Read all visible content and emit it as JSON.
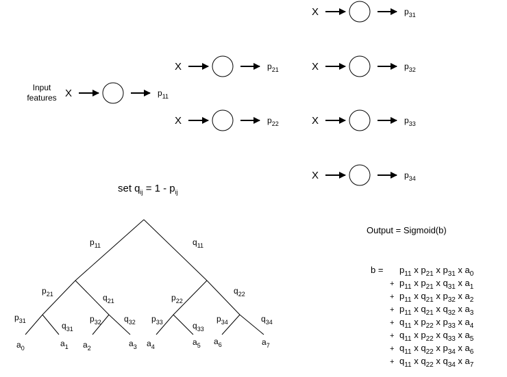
{
  "input_label_line1": "Input",
  "input_label_line2": "features",
  "nodes": [
    {
      "input": "X",
      "output": "p",
      "sub": "11"
    },
    {
      "input": "X",
      "output": "p",
      "sub": "21"
    },
    {
      "input": "X",
      "output": "p",
      "sub": "22"
    },
    {
      "input": "X",
      "output": "p",
      "sub": "31"
    },
    {
      "input": "X",
      "output": "p",
      "sub": "32"
    },
    {
      "input": "X",
      "output": "p",
      "sub": "33"
    },
    {
      "input": "X",
      "output": "p",
      "sub": "34"
    }
  ],
  "set_q": {
    "prefix": "set q",
    "sub1": "ij",
    "mid": " = 1 - p",
    "sub2": "ij"
  },
  "output_eq": "Output = Sigmoid(b)",
  "b_label": "b =",
  "b_terms": [
    {
      "op": "",
      "f": [
        [
          "p",
          "11"
        ],
        [
          "p",
          "21"
        ],
        [
          "p",
          "31"
        ],
        [
          "a",
          "0"
        ]
      ]
    },
    {
      "op": "+",
      "f": [
        [
          "p",
          "11"
        ],
        [
          "p",
          "21"
        ],
        [
          "q",
          "31"
        ],
        [
          "a",
          "1"
        ]
      ]
    },
    {
      "op": "+",
      "f": [
        [
          "p",
          "11"
        ],
        [
          "q",
          "21"
        ],
        [
          "p",
          "32"
        ],
        [
          "a",
          "2"
        ]
      ]
    },
    {
      "op": "+",
      "f": [
        [
          "p",
          "11"
        ],
        [
          "q",
          "21"
        ],
        [
          "q",
          "32"
        ],
        [
          "a",
          "3"
        ]
      ]
    },
    {
      "op": "+",
      "f": [
        [
          "q",
          "11"
        ],
        [
          "p",
          "22"
        ],
        [
          "p",
          "33"
        ],
        [
          "a",
          "4"
        ]
      ]
    },
    {
      "op": "+",
      "f": [
        [
          "q",
          "11"
        ],
        [
          "p",
          "22"
        ],
        [
          "q",
          "33"
        ],
        [
          "a",
          "5"
        ]
      ]
    },
    {
      "op": "+",
      "f": [
        [
          "q",
          "11"
        ],
        [
          "q",
          "22"
        ],
        [
          "p",
          "34"
        ],
        [
          "a",
          "6"
        ]
      ]
    },
    {
      "op": "+",
      "f": [
        [
          "q",
          "11"
        ],
        [
          "q",
          "22"
        ],
        [
          "q",
          "34"
        ],
        [
          "a",
          "7"
        ]
      ]
    }
  ],
  "tree_labels": {
    "p11": [
      "p",
      "11"
    ],
    "q11": [
      "q",
      "11"
    ],
    "p21": [
      "p",
      "21"
    ],
    "q21": [
      "q",
      "21"
    ],
    "p22": [
      "p",
      "22"
    ],
    "q22": [
      "q",
      "22"
    ],
    "p31": [
      "p",
      "31"
    ],
    "q31": [
      "q",
      "31"
    ],
    "p32": [
      "p",
      "32"
    ],
    "q32": [
      "q",
      "32"
    ],
    "p33": [
      "p",
      "33"
    ],
    "q33": [
      "q",
      "33"
    ],
    "p34": [
      "p",
      "34"
    ],
    "q34": [
      "q",
      "34"
    ]
  },
  "leaves": [
    [
      "a",
      "0"
    ],
    [
      "a",
      "1"
    ],
    [
      "a",
      "2"
    ],
    [
      "a",
      "3"
    ],
    [
      "a",
      "4"
    ],
    [
      "a",
      "5"
    ],
    [
      "a",
      "6"
    ],
    [
      "a",
      "7"
    ]
  ],
  "times": "x"
}
